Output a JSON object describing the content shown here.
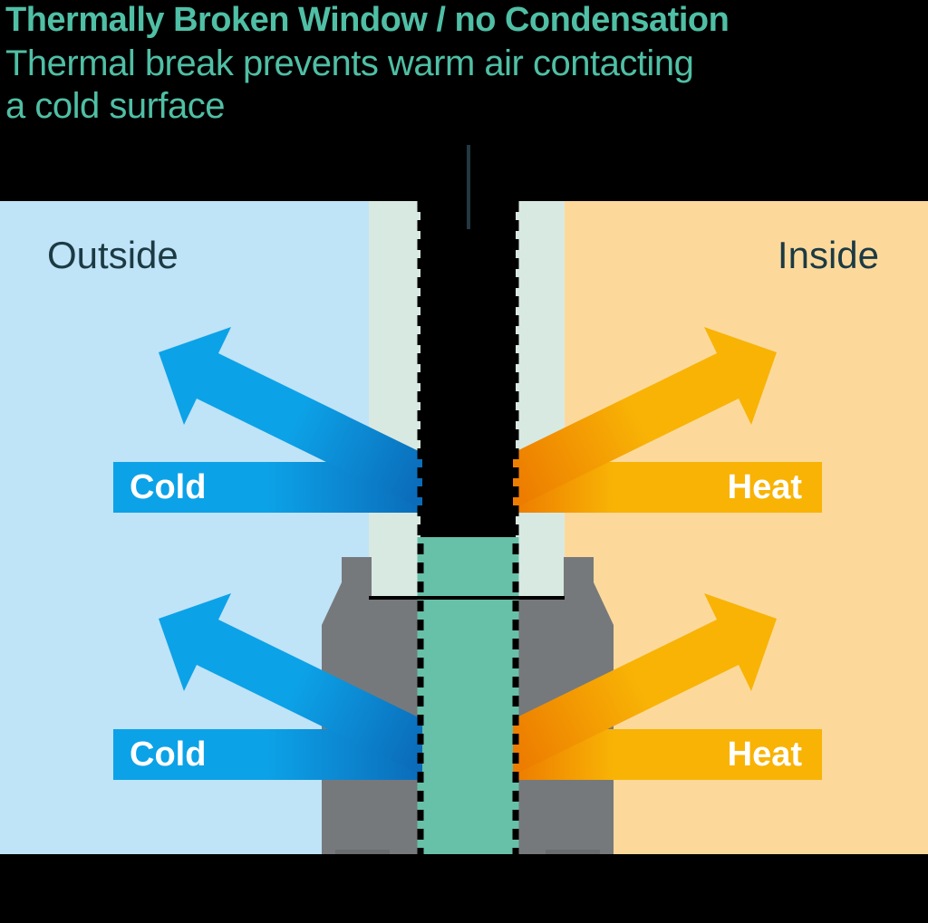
{
  "title": {
    "line1": "Thermally Broken Window / no Condensation",
    "line2": "Thermal break prevents warm air contacting",
    "line3": "a cold surface"
  },
  "regions": {
    "outside_label": "Outside",
    "inside_label": "Inside"
  },
  "arrows": {
    "cold_top_label": "Cold",
    "cold_bottom_label": "Cold",
    "heat_top_label": "Heat",
    "heat_bottom_label": "Heat"
  },
  "colors": {
    "background": "#000000",
    "title_text": "#4FBFA5",
    "label_text": "#1C3A43",
    "bar_text": "#FFFFFF",
    "outside_bg": "#BFE3F7",
    "inside_bg": "#FCD99B",
    "glass": "#D8E9E2",
    "thermal_break": "#67C0A8",
    "frame_gray": "#76797C",
    "frame_gray_dark": "#6A6D6F",
    "cold_blue": "#0CA2E7",
    "cold_blue_dark": "#0B6CBA",
    "heat_orange": "#F8B305",
    "heat_orange_dark": "#ED7C00",
    "line_black": "#000000",
    "pointer_line": "#233840"
  }
}
